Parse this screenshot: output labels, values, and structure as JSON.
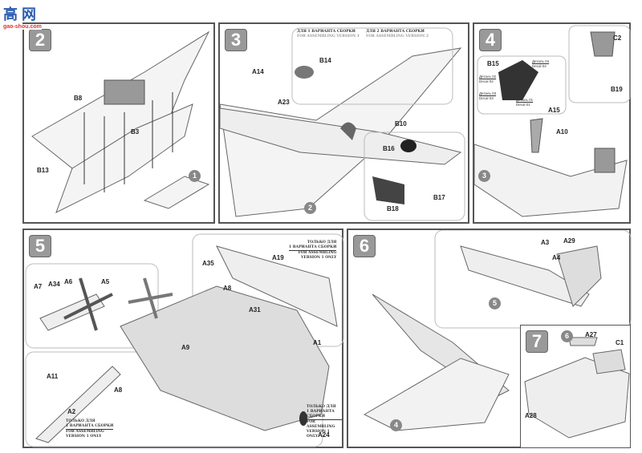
{
  "logo": {
    "text": "高 网",
    "url": "gao-shou.com"
  },
  "steps": {
    "s2": {
      "number": "2",
      "parts": [
        "B8",
        "B3",
        "B13"
      ],
      "sub": "1"
    },
    "s3": {
      "number": "3",
      "parts": [
        "A14",
        "B14",
        "A23",
        "B10",
        "B16",
        "B17",
        "B18"
      ],
      "sub": "2",
      "variant1": {
        "ru": "ДЛЯ 1 ВАРИАНТА СБОРКИ",
        "en": "FOR ASSEMBLING VERSION 1"
      },
      "variant2": {
        "ru": "ДЛЯ 2 ВАРИАНТА СБОРКИ",
        "en": "FOR ASSEMBLING VERSION 2"
      }
    },
    "s4": {
      "number": "4",
      "parts": [
        "C2",
        "B15",
        "A15",
        "A10",
        "B19"
      ],
      "sub": "3",
      "decals": [
        {
          "ru": "Деталь 04",
          "en": "Decal 04"
        },
        {
          "ru": "Деталь 02",
          "en": "Decal 02"
        },
        {
          "ru": "Деталь 03",
          "en": "Decal 03"
        },
        {
          "ru": "Деталь 01",
          "en": "Decal 01"
        }
      ]
    },
    "s5": {
      "number": "5",
      "parts": [
        "A35",
        "A19",
        "A8",
        "A31",
        "A1",
        "A7",
        "A34",
        "A6",
        "A5",
        "A9",
        "A11",
        "A8",
        "A2",
        "A24"
      ],
      "note": {
        "ru1": "ТОЛЬКО ДЛЯ",
        "ru2": "1 ВАРИАНТА СБОРКИ",
        "en1": "FOR ASSEMBLING",
        "en2": "VERSION 1 ONLY"
      }
    },
    "s6": {
      "number": "6",
      "parts": [
        "A3",
        "A29",
        "A4"
      ],
      "sub_inset": "5",
      "sub": "4"
    },
    "s7": {
      "number": "7",
      "parts": [
        "A27",
        "C1",
        "A28"
      ],
      "sub": "6"
    }
  }
}
